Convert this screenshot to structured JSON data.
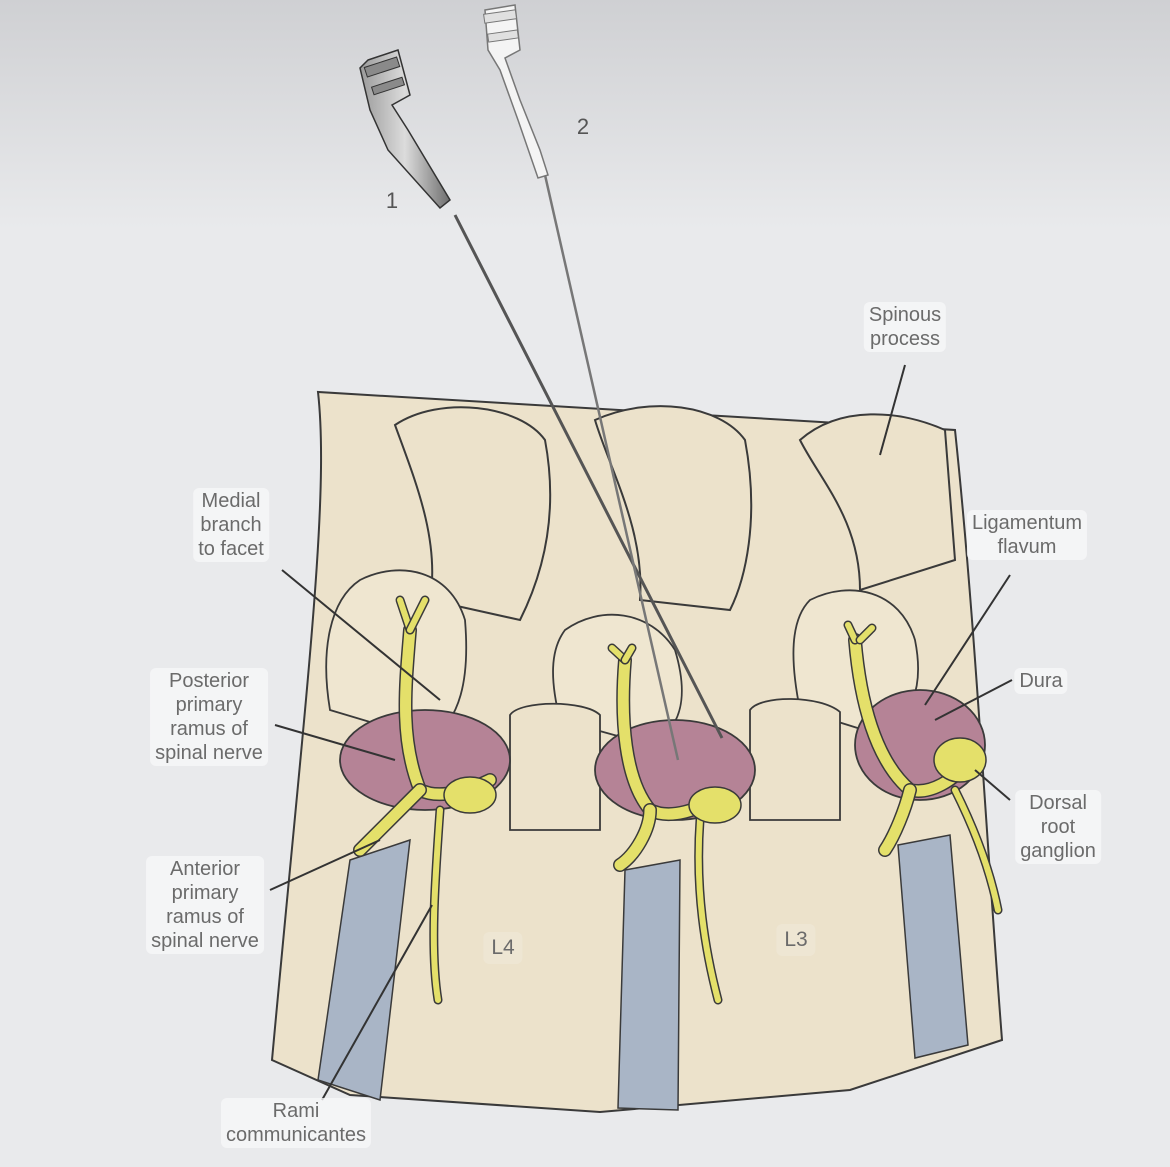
{
  "labels": {
    "needle_1": "1",
    "needle_2": "2",
    "spinous_process": "Spinous\nprocess",
    "medial_branch": "Medial\nbranch\nto facet",
    "ligamentum_flavum": "Ligamentum\nflavum",
    "dura": "Dura",
    "posterior_ramus": "Posterior\nprimary\nramus of\nspinal nerve",
    "dorsal_root_ganglion": "Dorsal\nroot\nganglion",
    "anterior_ramus": "Anterior\nprimary\nramus of\nspinal nerve",
    "l4": "L4",
    "l3": "L3",
    "rami_communicantes": "Rami\ncommunicantes"
  },
  "colors": {
    "background": "#e9eaec",
    "bone": "#ece2cb",
    "bone_outline": "#3a3a3a",
    "disc": "#a9b5c6",
    "dura": "#b58396",
    "nerve": "#e4e06a",
    "needle_dark": "#6e6e6e",
    "needle_light": "#dcdcdc"
  }
}
